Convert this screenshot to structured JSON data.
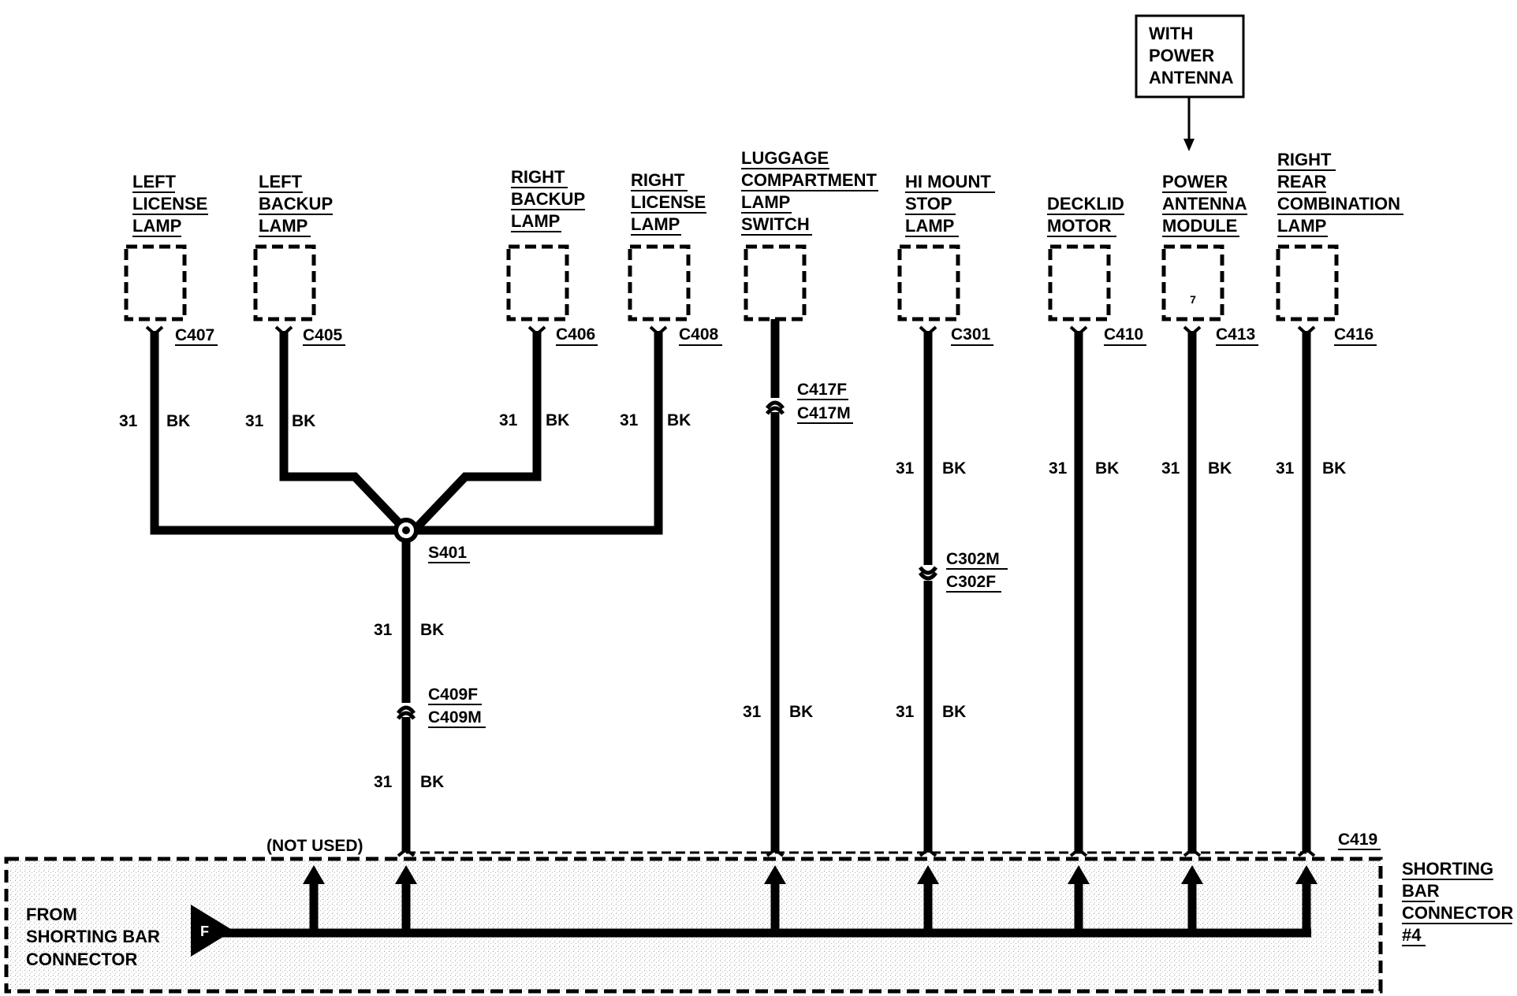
{
  "components": [
    {
      "id": "left-license-lamp",
      "lines": [
        "LEFT",
        "LICENSE",
        "LAMP"
      ],
      "connector": "C407",
      "pin": ""
    },
    {
      "id": "left-backup-lamp",
      "lines": [
        "LEFT",
        "BACKUP",
        "LAMP"
      ],
      "connector": "C405",
      "pin": ""
    },
    {
      "id": "right-backup-lamp",
      "lines": [
        "RIGHT",
        "BACKUP",
        "LAMP"
      ],
      "connector": "C406",
      "pin": ""
    },
    {
      "id": "right-license-lamp",
      "lines": [
        "RIGHT",
        "LICENSE",
        "LAMP"
      ],
      "connector": "C408",
      "pin": ""
    },
    {
      "id": "luggage-compartment-lamp-switch",
      "lines": [
        "LUGGAGE",
        "COMPARTMENT",
        "LAMP",
        "SWITCH"
      ],
      "connector": "",
      "pin": ""
    },
    {
      "id": "hi-mount-stop-lamp",
      "lines": [
        "HI MOUNT",
        "STOP",
        "LAMP"
      ],
      "connector": "C301",
      "pin": ""
    },
    {
      "id": "decklid-motor",
      "lines": [
        "DECKLID",
        "MOTOR"
      ],
      "connector": "C410",
      "pin": ""
    },
    {
      "id": "power-antenna-module",
      "lines": [
        "POWER",
        "ANTENNA",
        "MODULE"
      ],
      "connector": "C413",
      "pin": "7"
    },
    {
      "id": "right-rear-combination-lamp",
      "lines": [
        "RIGHT",
        "REAR",
        "COMBINATION",
        "LAMP"
      ],
      "connector": "C416",
      "pin": ""
    }
  ],
  "option_box": [
    "WITH",
    "POWER",
    "ANTENNA"
  ],
  "wire": {
    "circuit": "31",
    "color": "BK"
  },
  "splice": "S401",
  "inline_connectors": {
    "c409": [
      "C409F",
      "C409M"
    ],
    "c417": [
      "C417F",
      "C417M"
    ],
    "c302": [
      "C302M",
      "C302F"
    ]
  },
  "bar_connector_id": "C419",
  "not_used_label": "(NOT USED)",
  "shorting_bar_label": [
    "SHORTING",
    "BAR",
    "CONNECTOR",
    "#4"
  ],
  "from_label": [
    "FROM",
    "SHORTING BAR",
    "CONNECTOR"
  ],
  "from_symbol": "F"
}
